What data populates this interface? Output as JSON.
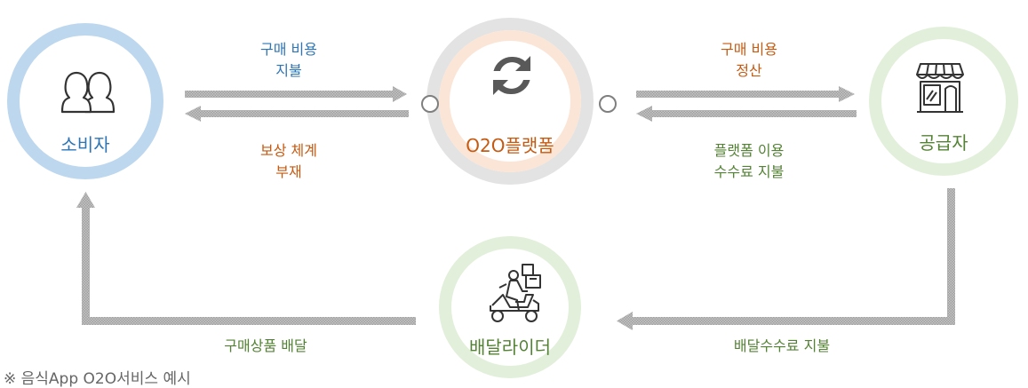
{
  "nodes": {
    "consumer": {
      "label": "소비자",
      "color": "#2e75b6",
      "ring_color": "#bdd7ee",
      "icon": "users-icon"
    },
    "platform": {
      "label": "O2O플랫폼",
      "color": "#c55a11",
      "outer_ring_color": "#e3e3e3",
      "inner_ring_color": "#fbe5d6",
      "icon": "refresh-icon"
    },
    "supplier": {
      "label": "공급자",
      "color": "#548235",
      "ring_color": "#e2efda",
      "icon": "storefront-icon"
    },
    "rider": {
      "label": "배달라이더",
      "color": "#548235",
      "ring_color": "#e2efda",
      "icon": "delivery-scooter-icon"
    }
  },
  "edges": {
    "consumer_to_platform": {
      "lines": [
        "구매 비용",
        "지불"
      ],
      "color": "#2e75b6"
    },
    "platform_to_consumer": {
      "lines": [
        "보상 체계",
        "부재"
      ],
      "color": "#c55a11"
    },
    "platform_to_supplier": {
      "lines": [
        "구매 비용",
        "정산"
      ],
      "color": "#c55a11"
    },
    "supplier_to_platform": {
      "lines": [
        "플랫폼 이용",
        "수수료 지불"
      ],
      "color": "#548235"
    },
    "supplier_to_rider": {
      "lines": [
        "배달수수료 지불"
      ],
      "color": "#548235"
    },
    "rider_to_consumer": {
      "lines": [
        "구매상품 배달"
      ],
      "color": "#548235"
    }
  },
  "footnote": "※ 음식App O2O서비스 예시"
}
